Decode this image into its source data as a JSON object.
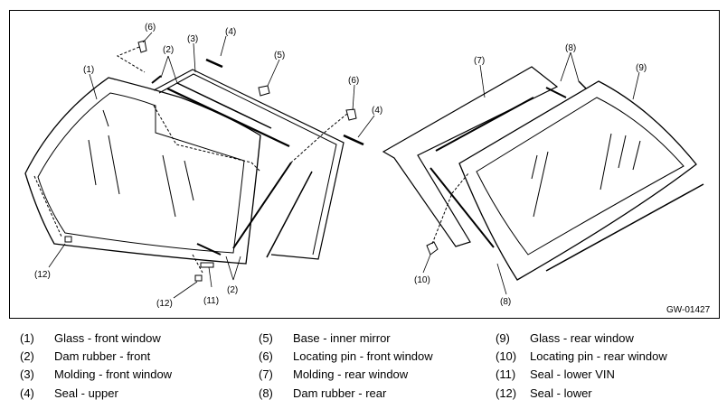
{
  "diagram": {
    "code": "GW-01427",
    "callouts": {
      "c1": "(1)",
      "c2a": "(2)",
      "c2b": "(2)",
      "c3": "(3)",
      "c4a": "(4)",
      "c4b": "(4)",
      "c5": "(5)",
      "c6a": "(6)",
      "c6b": "(6)",
      "c7": "(7)",
      "c8a": "(8)",
      "c8b": "(8)",
      "c9": "(9)",
      "c10": "(10)",
      "c11": "(11)",
      "c12a": "(12)",
      "c12b": "(12)"
    }
  },
  "legend": [
    {
      "num": "(1)",
      "text": "Glass - front window"
    },
    {
      "num": "(2)",
      "text": "Dam rubber - front"
    },
    {
      "num": "(3)",
      "text": "Molding - front window"
    },
    {
      "num": "(4)",
      "text": "Seal - upper"
    },
    {
      "num": "(5)",
      "text": "Base - inner mirror"
    },
    {
      "num": "(6)",
      "text": "Locating pin - front window"
    },
    {
      "num": "(7)",
      "text": "Molding - rear window"
    },
    {
      "num": "(8)",
      "text": "Dam rubber - rear"
    },
    {
      "num": "(9)",
      "text": "Glass - rear window"
    },
    {
      "num": "(10)",
      "text": "Locating pin - rear window"
    },
    {
      "num": "(11)",
      "text": "Seal - lower VIN"
    },
    {
      "num": "(12)",
      "text": "Seal - lower"
    }
  ]
}
